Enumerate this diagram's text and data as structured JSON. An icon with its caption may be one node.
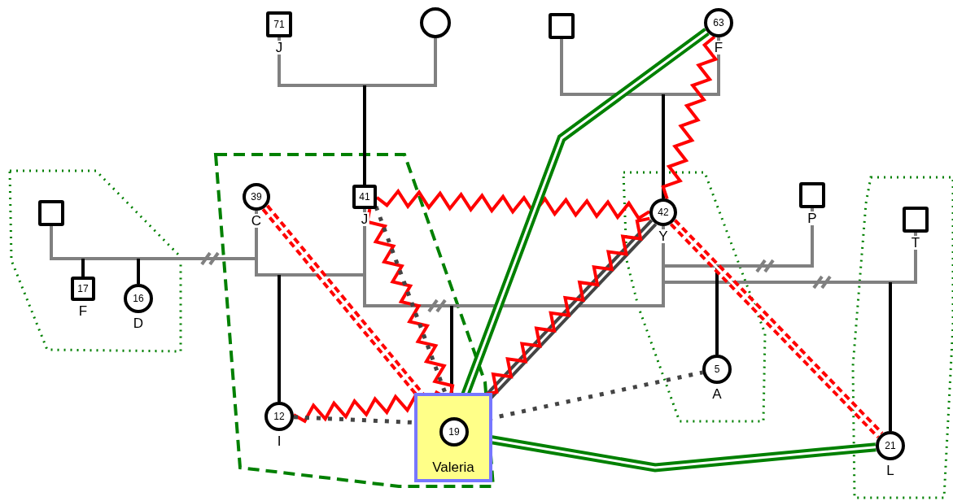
{
  "diagram": {
    "nodes": [
      {
        "text": [
          "71"
        ],
        "beside": [
          "J"
        ]
      },
      {
        "text": [],
        "shape": "circle"
      },
      {
        "text": [],
        "shape": "box"
      },
      {
        "text": [
          "63"
        ],
        "beside": [
          "F"
        ]
      },
      {
        "text": [],
        "shape": "box"
      },
      {
        "text": [
          "39"
        ],
        "beside": [
          "C"
        ]
      },
      {
        "text": [
          "41"
        ],
        "beside": [
          "J"
        ]
      },
      {
        "text": [
          "42"
        ],
        "beside": [
          "Y"
        ]
      },
      {
        "text": [],
        "shape": "box",
        "beside": [
          "P"
        ]
      },
      {
        "text": [],
        "shape": "box",
        "beside": [
          "T"
        ]
      },
      {
        "text": [
          "17"
        ],
        "beside": [
          "F"
        ]
      },
      {
        "text": [
          "16"
        ],
        "beside": [
          "D"
        ]
      },
      {
        "text": [
          "5"
        ],
        "beside": [
          "A"
        ]
      },
      {
        "text": [
          "12"
        ],
        "beside": [
          "I"
        ]
      },
      {
        "text": [
          "Valeria"
        ]
      },
      {
        "text": [
          "19"
        ],
        "in": 14
      },
      {
        "text": [
          "21"
        ],
        "beside": [
          "L"
        ]
      }
    ],
    "edges": [
      {
        "from": 0,
        "to": 1,
        "arrow": "none",
        "color": "#808080"
      },
      {
        "from": 2,
        "to": 3,
        "arrow": "none",
        "color": "#808080"
      },
      {
        "from": 4,
        "to": 5,
        "arrow": "none",
        "color": "#808080"
      },
      {
        "from": 5,
        "to": 6,
        "arrow": "none",
        "color": "#808080"
      },
      {
        "from": 6,
        "to": 7,
        "arrow": "none",
        "color": "#808080"
      },
      {
        "from": 7,
        "to": 8,
        "arrow": "none",
        "color": "#808080"
      },
      {
        "from": 7,
        "to": 9,
        "arrow": "none",
        "color": "#808080"
      },
      {
        "from": null,
        "to": 6,
        "arrow": "none"
      },
      {
        "from": null,
        "to": 7,
        "arrow": "none"
      },
      {
        "from": null,
        "to": 10,
        "arrow": "none"
      },
      {
        "from": null,
        "to": 11,
        "arrow": "none"
      },
      {
        "from": null,
        "to": 13,
        "arrow": "none"
      },
      {
        "from": null,
        "to": 14,
        "arrow": "none"
      },
      {
        "from": null,
        "to": 12,
        "arrow": "none"
      },
      {
        "from": null,
        "to": 16,
        "arrow": "none"
      },
      {
        "from": 6,
        "to": 7,
        "arrow": "none",
        "color": "#ff0000"
      },
      {
        "from": 3,
        "to": 7,
        "arrow": "none",
        "color": "#ff0000"
      },
      {
        "from": 6,
        "to": 14,
        "arrow": "none",
        "color": "#ff0000"
      },
      {
        "from": 6,
        "to": 14,
        "arrow": "none",
        "style": "dashed",
        "color": "#444444"
      },
      {
        "from": 5,
        "to": 14,
        "arrow": "none",
        "style": "dashed",
        "color": "#ff0000"
      },
      {
        "from": 7,
        "to": 16,
        "arrow": "none",
        "style": "dashed",
        "color": "#ff0000"
      },
      {
        "from": 13,
        "to": 14,
        "arrow": "none",
        "color": "#ff0000"
      },
      {
        "from": 13,
        "to": 14,
        "arrow": "none",
        "style": "dashed",
        "color": "#444444"
      },
      {
        "from": 14,
        "to": 12,
        "arrow": "none",
        "style": "dashed",
        "color": "#444444"
      },
      {
        "from": 3,
        "to": 14,
        "arrow": "none",
        "style": "thick",
        "color": "#008000"
      },
      {
        "from": 14,
        "to": 16,
        "arrow": "none",
        "style": "thick",
        "color": "#008000"
      },
      {
        "from": 7,
        "to": 14,
        "arrow": "none",
        "style": "thick",
        "color": "#444444"
      },
      {
        "from": 7,
        "to": 14,
        "arrow": "none",
        "color": "#ff0000"
      }
    ]
  }
}
